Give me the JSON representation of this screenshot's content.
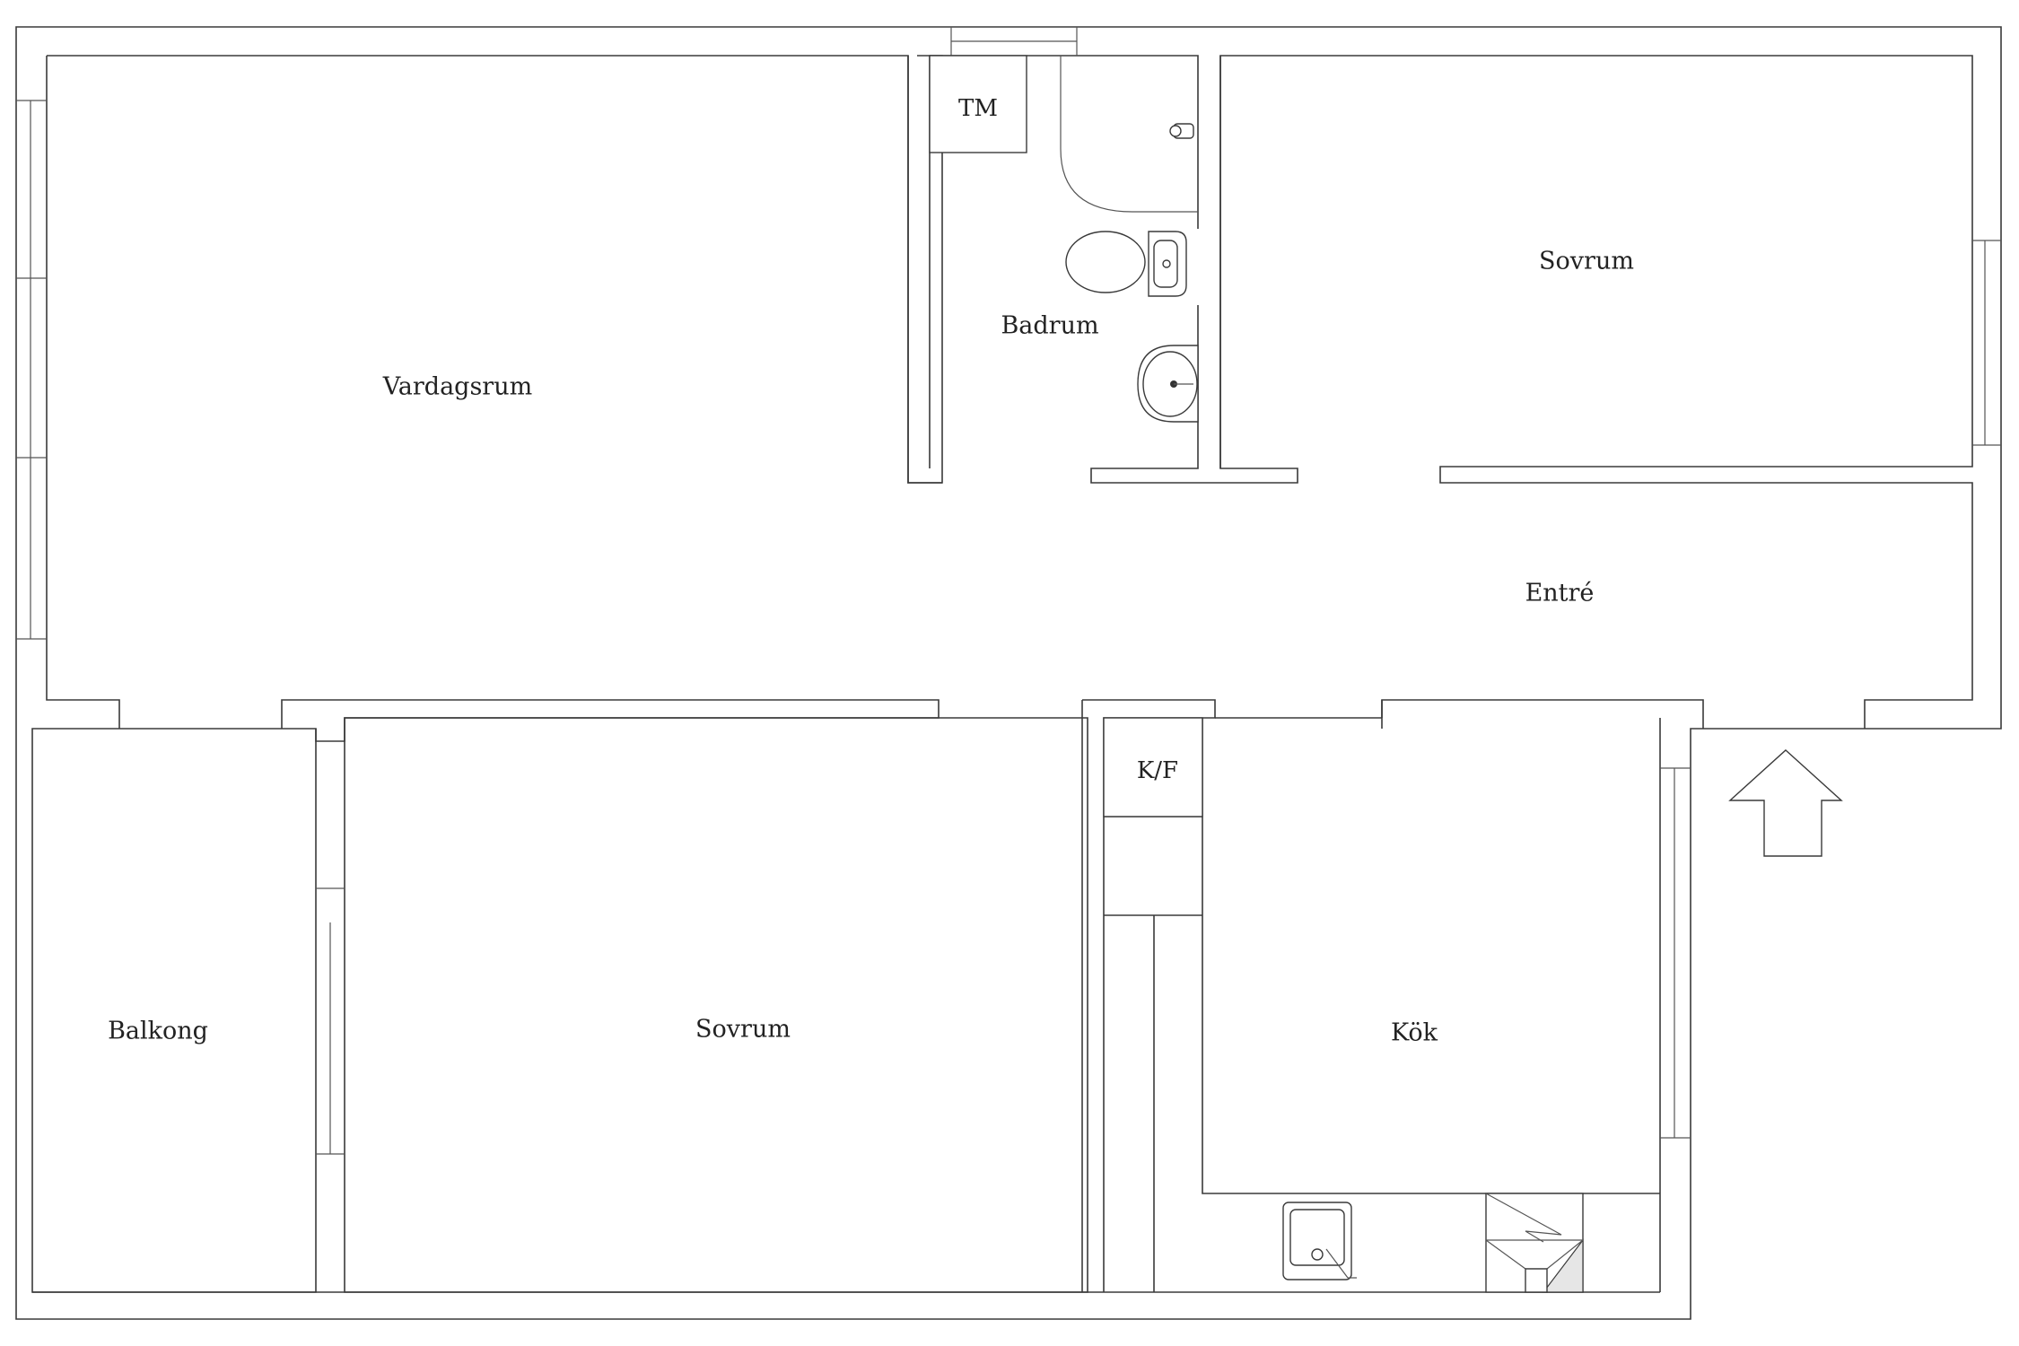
{
  "rooms": {
    "living_room": "Vardagsrum",
    "bathroom": "Badrum",
    "bedroom_top": "Sovrum",
    "entrance": "Entré",
    "balcony": "Balkong",
    "bedroom_bottom": "Sovrum",
    "kitchen": "Kök"
  },
  "fixtures": {
    "laundry": "TM",
    "fridge_freezer": "K/F"
  },
  "icons": {
    "entry_arrow": "arrow-up-icon",
    "toilet": "toilet-icon",
    "washbasin": "washbasin-icon",
    "shower_tap": "shower-icon",
    "kitchen_sink": "sink-icon",
    "stove": "stove-icon"
  }
}
